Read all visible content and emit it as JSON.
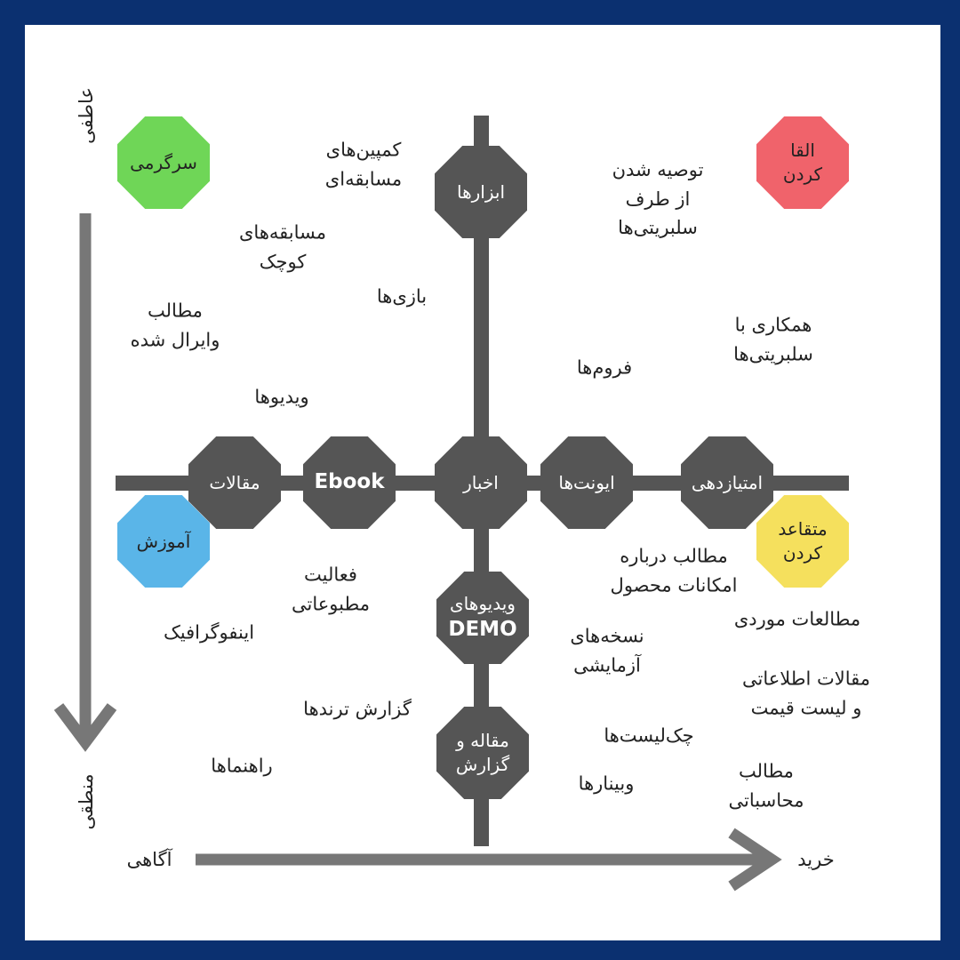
{
  "axes": {
    "x_start": "آگاهی",
    "x_end": "خرید",
    "y_top": "عاطفی",
    "y_bottom": "منطقی"
  },
  "corners": {
    "top_left": "سرگرمی",
    "top_right": [
      "القا",
      "کردن"
    ],
    "bottom_left": "آموزش",
    "bottom_right": [
      "متقاعد",
      "کردن"
    ]
  },
  "horizontal_nodes": [
    "مقالات",
    "Ebook",
    "اخبار",
    "ایونت‌ها",
    "امتیازدهی"
  ],
  "vertical_nodes": {
    "top": "ابزارها",
    "demo": [
      "ویدیوهای",
      "DEMO"
    ],
    "report": [
      "مقاله و",
      "گزارش"
    ]
  },
  "labels": {
    "campaigns": [
      "کمپین‌های",
      "مسابقه‌ای"
    ],
    "small_contests": [
      "مسابقه‌های",
      "کوچک"
    ],
    "games": "بازی‌ها",
    "viral_content": [
      "مطالب",
      "وایرال شده"
    ],
    "videos": "ویدیوها",
    "celebrity_recommend": [
      "توصیه شدن",
      "از طرف",
      "سلبریتی‌ها"
    ],
    "celebrity_collab": [
      "همکاری با",
      "سلبریتی‌ها"
    ],
    "forums": "فروم‌ها",
    "press_activity": [
      "فعالیت",
      "مطبوعاتی"
    ],
    "infographic": "اینفوگرافیک",
    "trend_report": "گزارش ترندها",
    "guides": "راهنماها",
    "product_features": [
      "مطالب درباره",
      "امکانات محصول"
    ],
    "trial_versions": [
      "نسخه‌های",
      "آزمایشی"
    ],
    "case_studies": "مطالعات موردی",
    "info_articles": [
      "مقالات اطلاعاتی",
      "و لیست قیمت"
    ],
    "checklists": "چک‌لیست‌ها",
    "webinars": "وبینارها",
    "calculators": [
      "مطالب",
      "محاسباتی"
    ]
  },
  "colors": {
    "frame": "#0b3070",
    "node": "#555555",
    "green": "#6fd657",
    "red": "#f0636b",
    "blue": "#5ab5e8",
    "yellow": "#f5e05d",
    "arrow": "#777777"
  }
}
